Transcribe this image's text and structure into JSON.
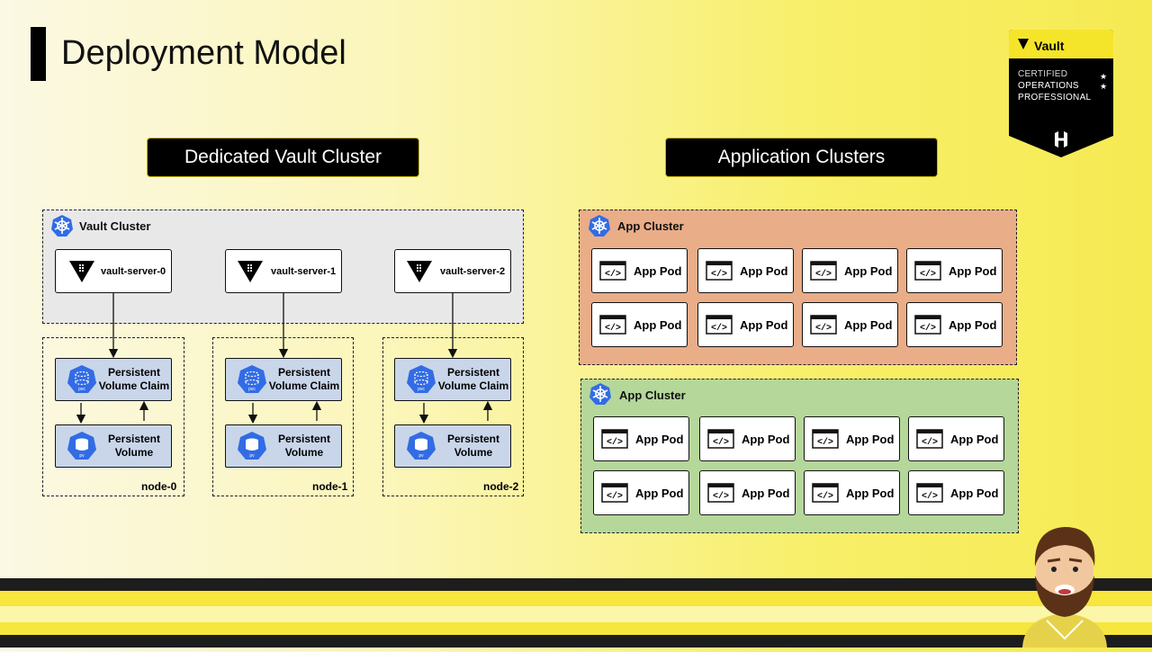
{
  "slide": {
    "title": "Deployment Model",
    "left_header": "Dedicated Vault Cluster",
    "right_header": "Application Clusters"
  },
  "badge": {
    "brand": "Vault",
    "line1": "CERTIFIED",
    "line2": "OPERATIONS",
    "line3": "PROFESSIONAL"
  },
  "vault_cluster": {
    "label": "Vault Cluster",
    "servers": [
      "vault-server-0",
      "vault-server-1",
      "vault-server-2"
    ],
    "pvc_label_1": "Persistent",
    "pvc_label_2": "Volume Claim",
    "pv_label_1": "Persistent",
    "pv_label_2": "Volume",
    "pvc_icon_text": "pvc",
    "pv_icon_text": "pv",
    "nodes": [
      "node-0",
      "node-1",
      "node-2"
    ]
  },
  "app_clusters": [
    {
      "label": "App Cluster",
      "pods": [
        "App Pod",
        "App Pod",
        "App Pod",
        "App Pod",
        "App Pod",
        "App Pod",
        "App Pod",
        "App Pod"
      ]
    },
    {
      "label": "App Cluster",
      "pods": [
        "App Pod",
        "App Pod",
        "App Pod",
        "App Pod",
        "App Pod",
        "App Pod",
        "App Pod",
        "App Pod"
      ]
    }
  ],
  "colors": {
    "app_cluster_1": "#e9ad88",
    "app_cluster_2": "#b5d79a",
    "vault_cluster": "#e8e8e8",
    "volume_box": "#c9d6ea",
    "k8s_blue": "#326ce5"
  }
}
